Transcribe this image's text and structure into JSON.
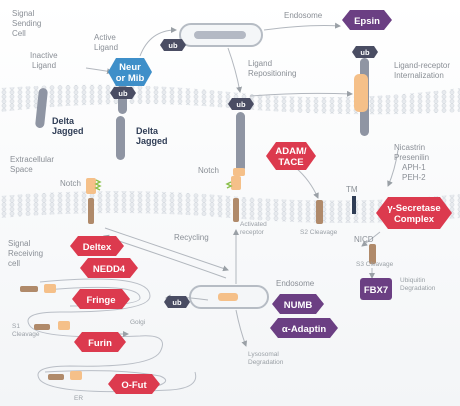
{
  "labels": {
    "signal_sending_cell": [
      "Signal",
      "Sending",
      "Cell"
    ],
    "inactive_ligand": [
      "Inactive",
      "Ligand"
    ],
    "active_ligand": [
      "Active",
      "Ligand"
    ],
    "delta_jagged_left": [
      "Delta",
      "Jagged"
    ],
    "delta_jagged_mid": [
      "Delta",
      "Jagged"
    ],
    "endosome_top": "Endosome",
    "ligand_repositioning": [
      "Ligand",
      "Repositioning"
    ],
    "ligand_receptor_internalization": [
      "Ligand-receptor",
      "Internalization"
    ],
    "extracellular_space": [
      "Extracellular",
      "Space"
    ],
    "notch_left": "Notch",
    "notch_mid": "Notch",
    "nicastrin_group": [
      "Nicastrin",
      "Presenilin",
      "APH-1",
      "PEH-2"
    ],
    "tm": "TM",
    "s2_cleavage": "S2 Cleavage",
    "activated_receptor": [
      "Activated",
      "receptor"
    ],
    "recycling": "Recycling",
    "signal_receiving_cell": [
      "Signal",
      "Receiving",
      "cell"
    ],
    "nicd": "NICD",
    "s3_cleavage": "S3 Cleavage",
    "ubiquitin_degradation": [
      "Ubiquitin",
      "Degradation"
    ],
    "endosome_bottom": "Endosome",
    "lysosomal_degradation": [
      "Lysosomal",
      "Degradation"
    ],
    "s1_cleavage": [
      "S1",
      "Cleavage"
    ],
    "golgi": "Golgi",
    "er": "ER",
    "ub": "ub"
  },
  "proteins": {
    "epsin": "Epsin",
    "neur_mib": [
      "Neur",
      "or Mib"
    ],
    "adam_tace": [
      "ADAM/",
      "TACE"
    ],
    "gamma_secretase": [
      "γ-Secretase",
      "Complex"
    ],
    "deltex": "Deltex",
    "nedd4": "NEDD4",
    "fringe": "Fringe",
    "furin": "Furin",
    "o_fut": "O-Fut",
    "numb": "NUMB",
    "alpha_adaptin": "α-Adaptin",
    "fbx7": "FBX7"
  },
  "colors": {
    "red_protein": "#dc3a4e",
    "purple_protein": "#6b3f83",
    "ub_tag": "#4a4d63",
    "membrane": "#d8dde3",
    "receptor_gray": "#8f95a3",
    "notch_brown": "#b08a6a",
    "ligand_orange": "#f5c089",
    "notch_green": "#8bbf4a"
  }
}
